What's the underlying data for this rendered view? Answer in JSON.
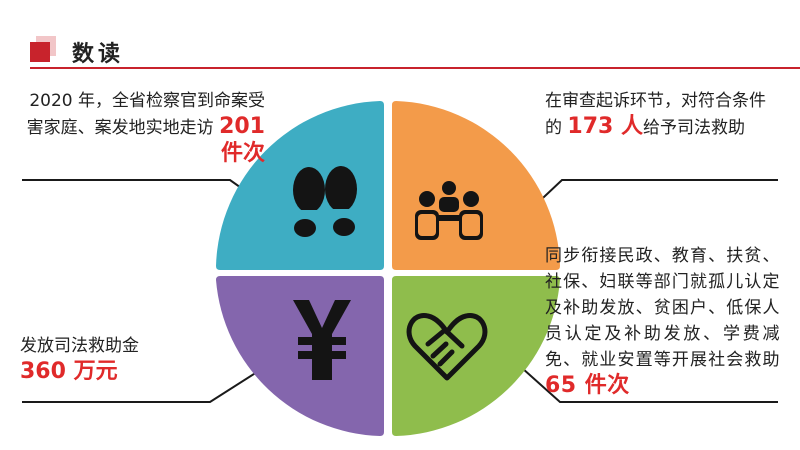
{
  "header": {
    "title": "数读",
    "accent_color": "#c8232c"
  },
  "quadrants": {
    "top_left": {
      "icon": "footprints-icon",
      "color": "#3eadc3",
      "text_before": "2020 年，全省检察官到命案受害家庭、案发地实地走访",
      "highlight": "201 件次"
    },
    "top_right": {
      "icon": "people-meeting-icon",
      "color": "#f39b4a",
      "text_before": "在审查起诉环节，对符合条件的",
      "highlight": "173 人",
      "text_after": "给予司法救助"
    },
    "bottom_left": {
      "icon": "yen-icon",
      "color": "#8466ad",
      "text_before": "发放司法救助金",
      "highlight": "360 万元"
    },
    "bottom_right": {
      "icon": "handshake-heart-icon",
      "color": "#8fbd4c",
      "text_before": "同步衔接民政、教育、扶贫、社保、妇联等部门就孤儿认定及补助发放、贫困户、低保人员认定及补助发放、学费减免、就业安置等开展社会救助",
      "highlight": "65 件次"
    }
  }
}
